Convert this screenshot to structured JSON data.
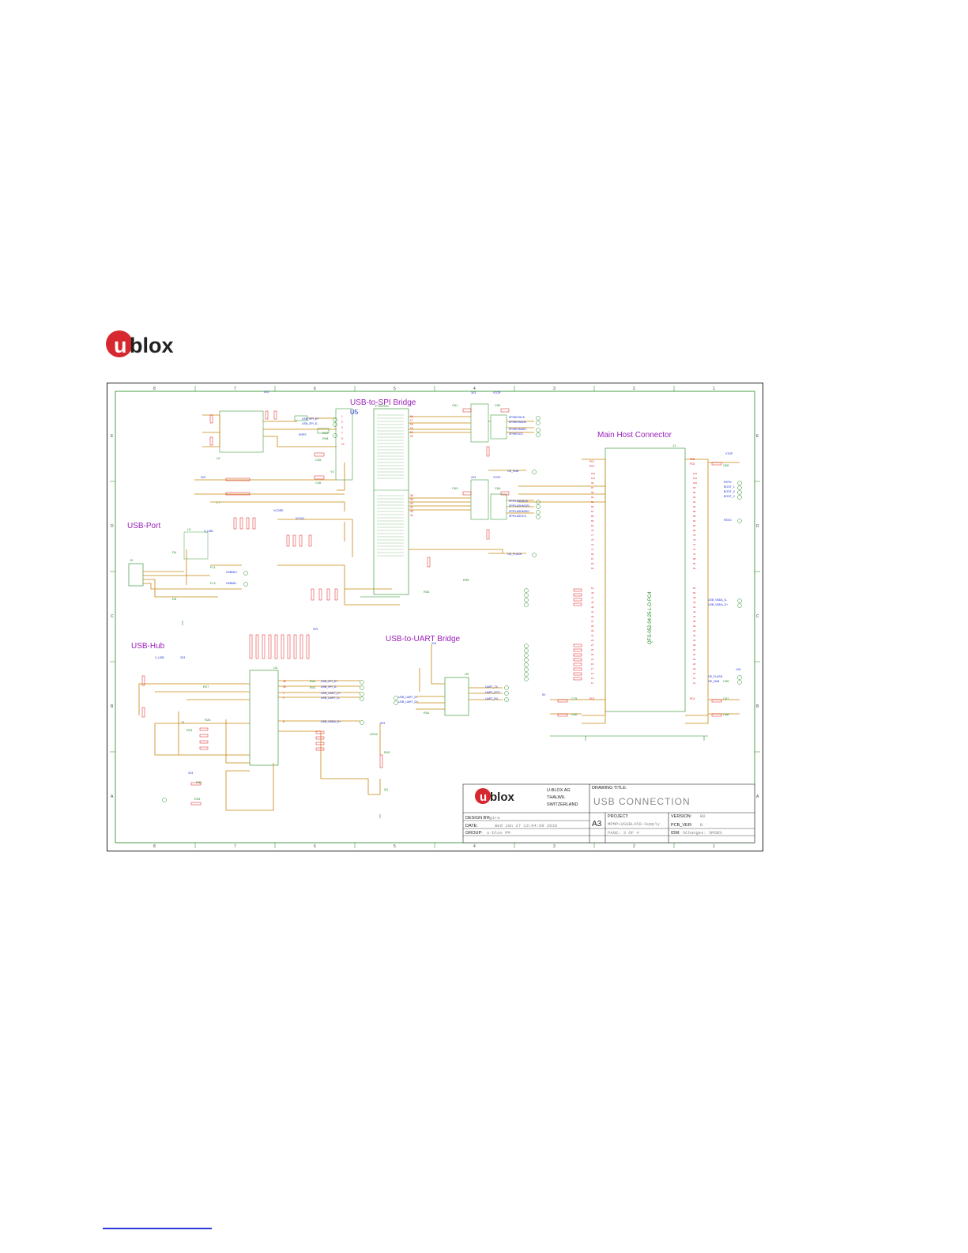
{
  "logo": {
    "text": "ublox",
    "dot_color": "#d7282f"
  },
  "schematic": {
    "sections": {
      "spi": "USB-to-SPI Bridge",
      "main": "Main Host Connector",
      "port": "USB-Port",
      "hub": "USB-Hub",
      "uart": "USB-to-UART Bridge"
    },
    "refs": {
      "u5": "U5",
      "ft": "FT2232H",
      "u4": "U4",
      "u9": "U9",
      "j1": "J1",
      "j2": "J2"
    },
    "columns": [
      "8",
      "7",
      "6",
      "5",
      "4",
      "3",
      "2",
      "1"
    ],
    "rows": [
      "E",
      "D",
      "C",
      "B",
      "A"
    ],
    "title_block": {
      "company": [
        "U-BLOX AG",
        "THALWIL",
        "SWITZERLAND"
      ],
      "drawing_title_label": "DRAWING TITLE:",
      "drawing_title": "USB CONNECTION",
      "design_by_label": "DESIGN BY:",
      "design_by": "Mgira",
      "date_label": "DATE:",
      "date": "Wed Jan 27 13:04:09 2010",
      "group_label": "GROUP:",
      "group": "u-blox PM",
      "size": "A3",
      "project_label": "PROJECT:",
      "project": "MPMPLUSUBLX58-Supply",
      "page": "PAGE: 3 OF 4",
      "version_label": "VERSION:",
      "version": "B0",
      "pcb_ver_label": "PCB_VER:",
      "pcb_ver": "B",
      "idm_label": "IDM:",
      "idm": "%Changes: %MSB%"
    },
    "net_colors": {
      "wire": "#c8870f",
      "component": "#1f8a1f",
      "pin": "#e01818",
      "net": "#1a2fd0",
      "section": "#9a1fb8"
    }
  }
}
